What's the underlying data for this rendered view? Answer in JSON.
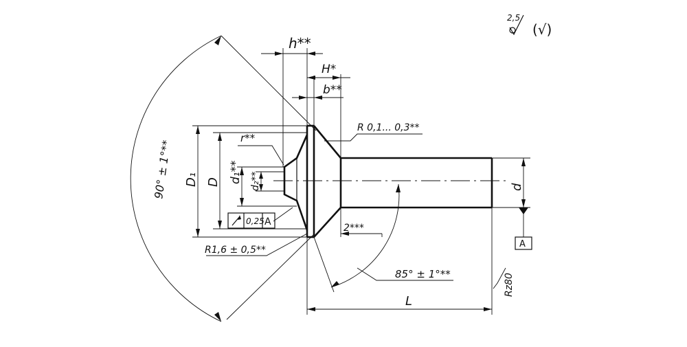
{
  "labels": {
    "roughness_general_value": "2,5",
    "roughness_general_note": "(√)",
    "h": "h**",
    "H": "H*",
    "b": "b**",
    "radius_top": "R 0,1... 0,3**",
    "r": "r**",
    "D1": "D₁",
    "D": "D",
    "d1": "d₁**",
    "d2": "d₂**",
    "d": "d",
    "runout_value": "0,25",
    "runout_datum": "A",
    "radius_bottom": "R1,6 ± 0,5**",
    "chamfer": "2***",
    "angle_head": "90° ± 1°**",
    "angle_shank": "85° ± 1°**",
    "roughness_shank": "Rz80",
    "L": "L",
    "datum_A": "A"
  }
}
